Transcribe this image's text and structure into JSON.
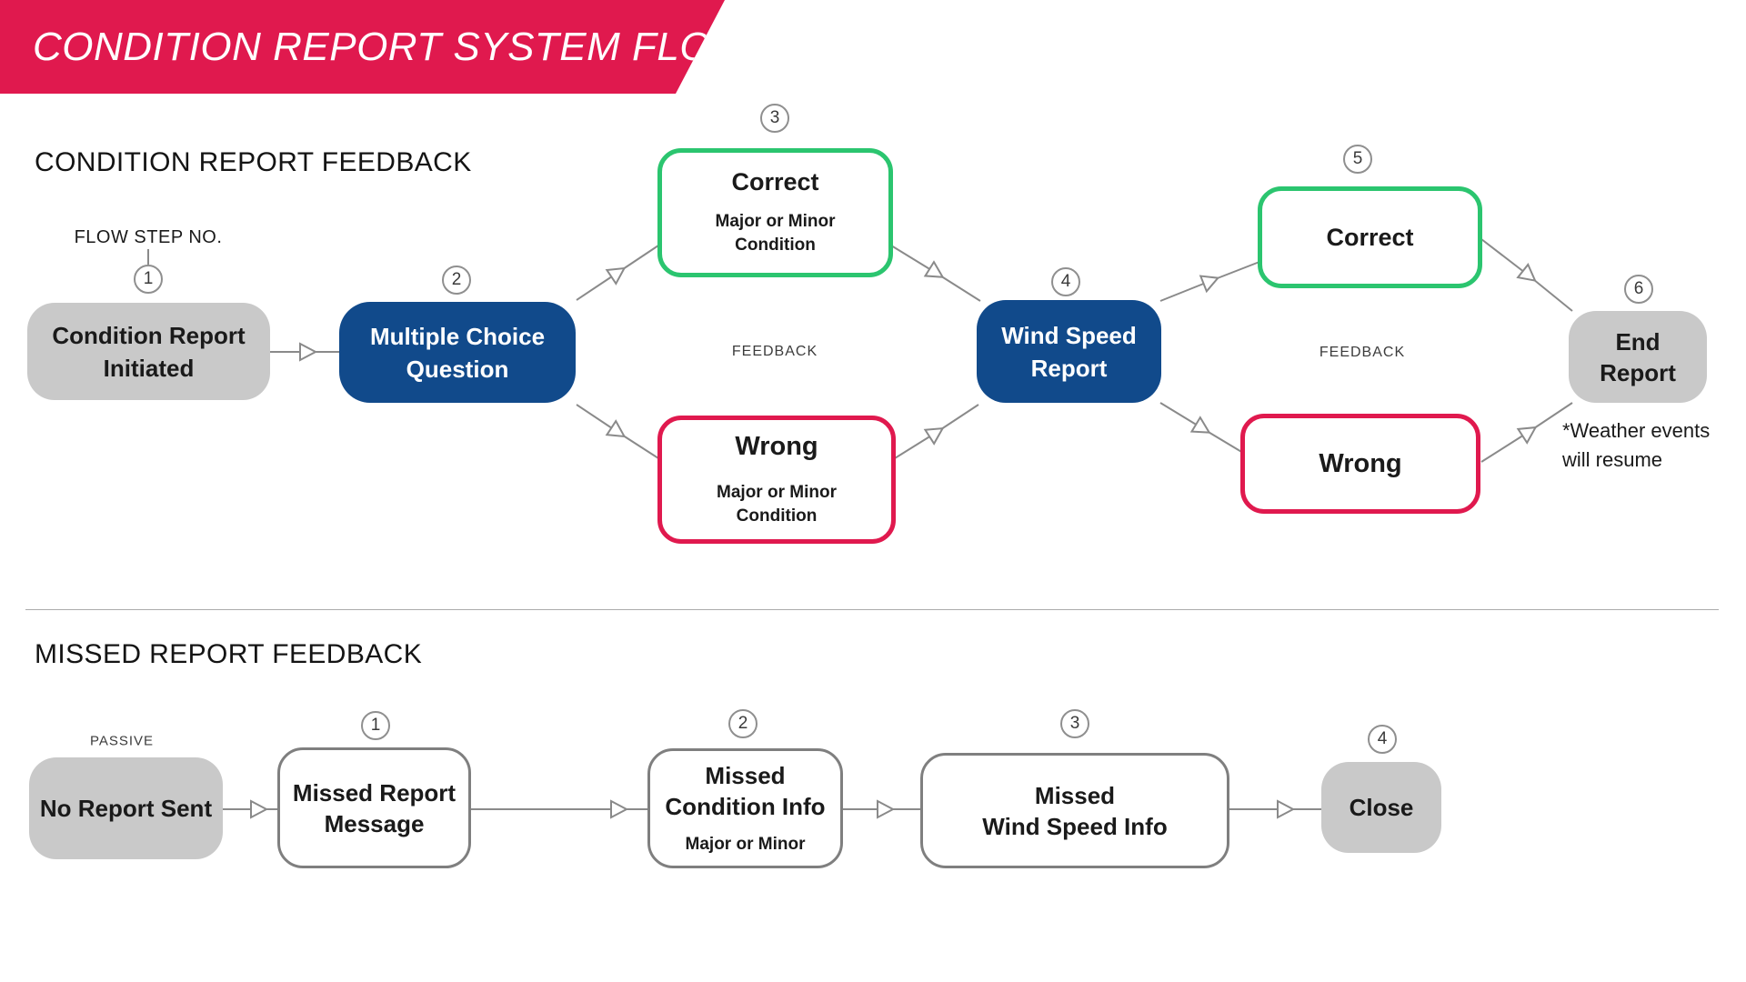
{
  "banner": {
    "title": "CONDITION REPORT SYSTEM FLOW"
  },
  "colors": {
    "accent_pink": "#E0194E",
    "accent_blue": "#114A8B",
    "accent_green": "#2BC56F",
    "node_gray": "#C9C9C9",
    "connector_gray": "#8A8A8A"
  },
  "flow1": {
    "heading": "CONDITION REPORT FEEDBACK",
    "step_annotation": "FLOW STEP NO.",
    "feedback_label_left": "FEEDBACK",
    "feedback_label_right": "FEEDBACK",
    "footnote_line1": "*Weather events",
    "footnote_line2": "will resume",
    "nodes": {
      "initiated": {
        "step": "1",
        "line1": "Condition Report",
        "line2": "Initiated"
      },
      "mcq": {
        "step": "2",
        "line1": "Multiple Choice",
        "line2": "Question"
      },
      "correct1": {
        "step": "3",
        "title": "Correct",
        "sub1": "Major or Minor",
        "sub2": "Condition"
      },
      "wrong1": {
        "title": "Wrong",
        "sub1": "Major or Minor",
        "sub2": "Condition"
      },
      "wind": {
        "step": "4",
        "line1": "Wind Speed",
        "line2": "Report"
      },
      "correct2": {
        "step": "5",
        "title": "Correct"
      },
      "wrong2": {
        "title": "Wrong"
      },
      "end": {
        "step": "6",
        "line1": "End",
        "line2": "Report"
      }
    }
  },
  "flow2": {
    "heading": "MISSED REPORT FEEDBACK",
    "passive_label": "PASSIVE",
    "nodes": {
      "no_report": {
        "title": "No Report Sent"
      },
      "missed_message": {
        "step": "1",
        "line1": "Missed Report",
        "line2": "Message"
      },
      "missed_condition": {
        "step": "2",
        "line1": "Missed",
        "line2": "Condition Info",
        "sub": "Major or Minor"
      },
      "missed_wind": {
        "step": "3",
        "line1": "Missed",
        "line2": "Wind Speed Info"
      },
      "close": {
        "step": "4",
        "title": "Close"
      }
    }
  }
}
